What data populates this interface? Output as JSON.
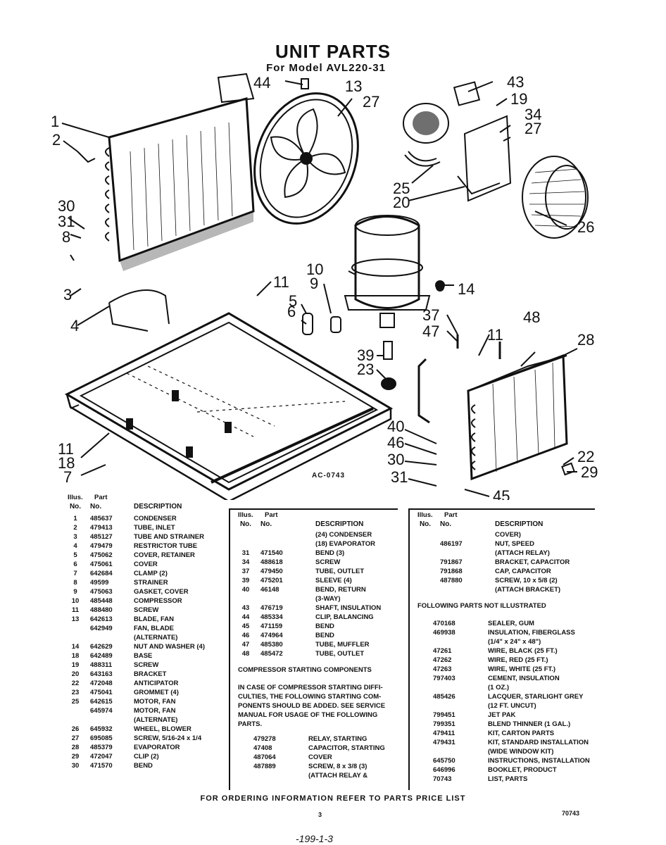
{
  "header": {
    "title": "UNIT PARTS",
    "subtitle": "For Model AVL220-31"
  },
  "diagram": {
    "code": "AC-0743",
    "callouts": [
      "1",
      "2",
      "30",
      "31",
      "8",
      "3",
      "4",
      "44",
      "13",
      "27",
      "43",
      "19",
      "34",
      "27",
      "25",
      "20",
      "26",
      "10",
      "9",
      "11",
      "5",
      "6",
      "14",
      "37",
      "47",
      "11",
      "48",
      "28",
      "39",
      "23",
      "40",
      "46",
      "30",
      "31",
      "45",
      "22",
      "29",
      "11",
      "18",
      "7"
    ]
  },
  "col1": {
    "headers": {
      "illus": "Illus.",
      "no": "No.",
      "part": "Part",
      "partno": "No.",
      "desc": "DESCRIPTION"
    },
    "rows": [
      [
        "1",
        "485637",
        "CONDENSER"
      ],
      [
        "2",
        "479413",
        "TUBE, INLET"
      ],
      [
        "3",
        "485127",
        "TUBE AND STRAINER"
      ],
      [
        "4",
        "479479",
        "RESTRICTOR TUBE"
      ],
      [
        "5",
        "475062",
        "COVER, RETAINER"
      ],
      [
        "6",
        "475061",
        "COVER"
      ],
      [
        "7",
        "642684",
        "CLAMP (2)"
      ],
      [
        "8",
        "49599",
        "STRAINER"
      ],
      [
        "9",
        "475063",
        "GASKET, COVER"
      ],
      [
        "10",
        "485448",
        "COMPRESSOR"
      ],
      [
        "11",
        "488480",
        "SCREW"
      ],
      [
        "13",
        "642613",
        "BLADE, FAN"
      ],
      [
        "",
        "642949",
        "FAN, BLADE"
      ],
      [
        "",
        "",
        "(ALTERNATE)"
      ],
      [
        "14",
        "642629",
        "NUT AND WASHER (4)"
      ],
      [
        "18",
        "642489",
        "BASE"
      ],
      [
        "19",
        "488311",
        "SCREW"
      ],
      [
        "20",
        "643163",
        "BRACKET"
      ],
      [
        "22",
        "472048",
        "ANTICIPATOR"
      ],
      [
        "23",
        "475041",
        "GROMMET (4)"
      ],
      [
        "25",
        "642615",
        "MOTOR, FAN"
      ],
      [
        "",
        "645974",
        "MOTOR, FAN"
      ],
      [
        "",
        "",
        "(ALTERNATE)"
      ],
      [
        "26",
        "645932",
        "WHEEL, BLOWER"
      ],
      [
        "27",
        "695085",
        "SCREW, 5/16-24 x 1/4"
      ],
      [
        "28",
        "485379",
        "EVAPORATOR"
      ],
      [
        "29",
        "472047",
        "CLIP (2)"
      ],
      [
        "30",
        "471570",
        "BEND"
      ]
    ]
  },
  "col2": {
    "headers": {
      "illus": "Illus.",
      "no": "No.",
      "part": "Part",
      "partno": "No.",
      "desc": "DESCRIPTION"
    },
    "rows": [
      [
        "",
        "",
        "(24) CONDENSER"
      ],
      [
        "",
        "",
        "(18) EVAPORATOR"
      ],
      [
        "31",
        "471540",
        "BEND (3)"
      ],
      [
        "34",
        "488618",
        "SCREW"
      ],
      [
        "37",
        "479450",
        "TUBE, OUTLET"
      ],
      [
        "39",
        "475201",
        "SLEEVE (4)"
      ],
      [
        "40",
        "46148",
        "BEND, RETURN"
      ],
      [
        "",
        "",
        "(3-WAY)"
      ],
      [
        "43",
        "476719",
        "SHAFT, INSULATION"
      ],
      [
        "44",
        "485334",
        "CLIP, BALANCING"
      ],
      [
        "45",
        "471159",
        "BEND"
      ],
      [
        "46",
        "474964",
        "BEND"
      ],
      [
        "47",
        "485380",
        "TUBE, MUFFLER"
      ],
      [
        "48",
        "485472",
        "TUBE, OUTLET"
      ]
    ],
    "section_title": "COMPRESSOR STARTING COMPONENTS",
    "note": "IN CASE OF COMPRESSOR STARTING DIFFI- CULTIES, THE FOLLOWING STARTING COM- PONENTS SHOULD BE ADDED. SEE SERVICE MANUAL FOR USAGE OF THE FOLLOWING PARTS.",
    "starting_rows": [
      [
        "479278",
        "RELAY, STARTING"
      ],
      [
        "47408",
        "CAPACITOR, STARTING"
      ],
      [
        "487064",
        "COVER"
      ],
      [
        "487889",
        "SCREW, 8 x 3/8 (3)"
      ],
      [
        "",
        "(ATTACH RELAY &"
      ]
    ]
  },
  "col3": {
    "headers": {
      "illus": "Illus.",
      "no": "No.",
      "part": "Part",
      "partno": "No.",
      "desc": "DESCRIPTION"
    },
    "rows": [
      [
        "",
        "",
        "COVER)"
      ],
      [
        "",
        "486197",
        "NUT, SPEED"
      ],
      [
        "",
        "",
        "(ATTACH RELAY)"
      ],
      [
        "",
        "791867",
        "BRACKET, CAPACITOR"
      ],
      [
        "",
        "791868",
        "CAP, CAPACITOR"
      ],
      [
        "",
        "487880",
        "SCREW, 10 x 5/8 (2)"
      ],
      [
        "",
        "",
        "(ATTACH BRACKET)"
      ]
    ],
    "section_title": "FOLLOWING PARTS NOT ILLUSTRATED",
    "extra_rows": [
      [
        "470168",
        "SEALER, GUM"
      ],
      [
        "469938",
        "INSULATION, FIBERGLASS"
      ],
      [
        "",
        "(1/4\" x 24\" x 48\")"
      ],
      [
        "47261",
        "WIRE, BLACK (25 FT.)"
      ],
      [
        "47262",
        "WIRE, RED (25 FT.)"
      ],
      [
        "47263",
        "WIRE, WHITE (25 FT.)"
      ],
      [
        "797403",
        "CEMENT, INSULATION"
      ],
      [
        "",
        "(1 OZ.)"
      ],
      [
        "485426",
        "LACQUER, STARLIGHT GREY"
      ],
      [
        "",
        "(12 FT. UNCUT)"
      ],
      [
        "799451",
        "JET PAK"
      ],
      [
        "799351",
        "BLEND THINNER (1 GAL.)"
      ],
      [
        "479411",
        "KIT, CARTON PARTS"
      ],
      [
        "479431",
        "KIT, STANDARD INSTALLATION"
      ],
      [
        "",
        "(WIDE WINDOW KIT)"
      ],
      [
        "645750",
        "INSTRUCTIONS, INSTALLATION"
      ],
      [
        "646996",
        "BOOKLET, PRODUCT"
      ],
      [
        "70743",
        "LIST, PARTS"
      ]
    ]
  },
  "footer": {
    "ordering": "FOR ORDERING INFORMATION REFER TO PARTS PRICE LIST",
    "page": "3",
    "code": "70743",
    "handwritten": "-199-1-3"
  }
}
